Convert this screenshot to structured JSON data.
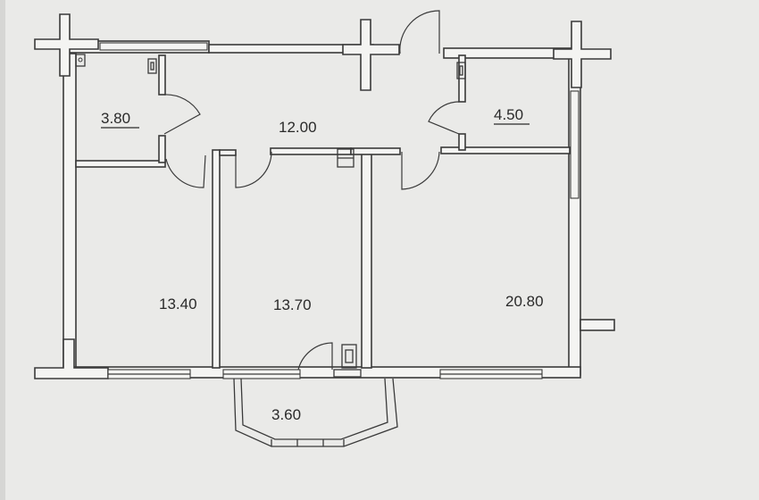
{
  "rooms": [
    {
      "id": "storage-left",
      "area": "3.80"
    },
    {
      "id": "hallway",
      "area": "12.00"
    },
    {
      "id": "bathroom-right",
      "area": "4.50"
    },
    {
      "id": "bedroom-left",
      "area": "13.40"
    },
    {
      "id": "bedroom-middle",
      "area": "13.70"
    },
    {
      "id": "living-room",
      "area": "20.80"
    },
    {
      "id": "balcony",
      "area": "3.60"
    }
  ]
}
